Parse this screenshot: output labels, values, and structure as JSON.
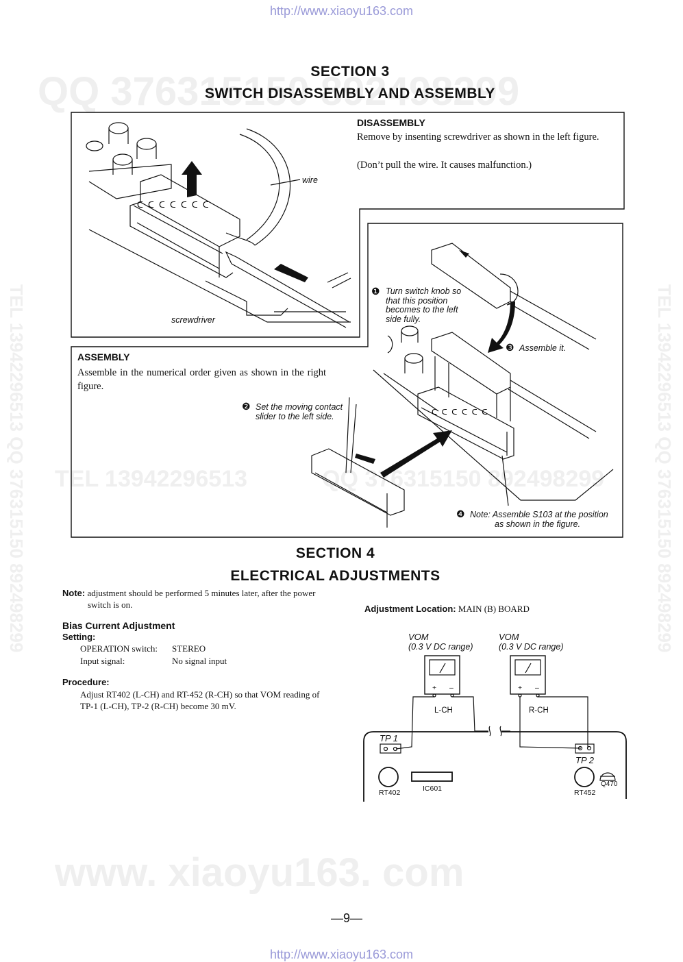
{
  "header": {
    "url_top": "http://www.xiaoyu163.com"
  },
  "watermarks": {
    "qq_top": "QQ 376315150 892498299",
    "tel_mid": "TEL 13942296513",
    "qq_mid": "QQ 376315150 892498299",
    "side_left": "TEL 13942296513 QQ 376315150 892498299",
    "side_right": "TEL 13942296513 QQ 376315150 892498299",
    "www_bottom": "www. xiaoyu163. com"
  },
  "section3": {
    "number": "SECTION 3",
    "title": "SWITCH DISASSEMBLY AND ASSEMBLY",
    "disassembly": {
      "heading": "DISASSEMBLY",
      "line1": "Remove by insenting screwdriver as shown in the left figure.",
      "line2": "(Don’t pull the wire. It causes malfunction.)"
    },
    "figure_labels": {
      "wire": "wire",
      "screwdriver": "screwdriver"
    },
    "assembly": {
      "heading": "ASSEMBLY",
      "text": "Assemble in the numerical order given as shown in the right figure."
    },
    "steps": {
      "s1_num": "❶",
      "s1_text1": "Turn switch knob so",
      "s1_text2": "that this position",
      "s1_text3": "becomes to the left",
      "s1_text4": "side fully.",
      "s2_num": "❷",
      "s2_text1": "Set the moving contact",
      "s2_text2": "slider to the left side.",
      "s3_num": "❸",
      "s3_text": "Assemble it.",
      "s4_num": "❹",
      "s4_text1": "Note: Assemble S103 at the position",
      "s4_text2": "as shown in the figure."
    }
  },
  "section4": {
    "number": "SECTION 4",
    "title": "ELECTRICAL  ADJUSTMENTS",
    "note_label": "Note:",
    "note_text1": "adjustment should be performed 5 minutes later, after the power",
    "note_text2": "switch is on.",
    "bias_heading": "Bias Current Adjustment",
    "setting_label": "Setting:",
    "setting_rows": [
      {
        "key": "OPERATION switch:",
        "value": "STEREO"
      },
      {
        "key": "Input signal:",
        "value": "No signal input"
      }
    ],
    "procedure_label": "Procedure:",
    "procedure_text1": "Adjust RT402 (L-CH) and RT-452 (R-CH) so that VOM reading of",
    "procedure_text2": "TP-1 (L-CH), TP-2 (R-CH) become 30 mV.",
    "location_label": "Adjustment Location:",
    "location_value": "MAIN (B) BOARD",
    "diagram": {
      "vom_left": "VOM",
      "vom_left_range": "(0.3 V DC range)",
      "vom_right": "VOM",
      "vom_right_range": "(0.3 V DC range)",
      "plus": "+",
      "minus": "–",
      "lch": "L-CH",
      "rch": "R-CH",
      "tp1": "TP 1",
      "tp2": "TP 2",
      "rt402": "RT402",
      "ic601": "IC601",
      "rt452": "RT452",
      "q470": "Q470"
    }
  },
  "footer": {
    "page_number": "—9—",
    "url_bottom": "http://www.xiaoyu163.com"
  }
}
